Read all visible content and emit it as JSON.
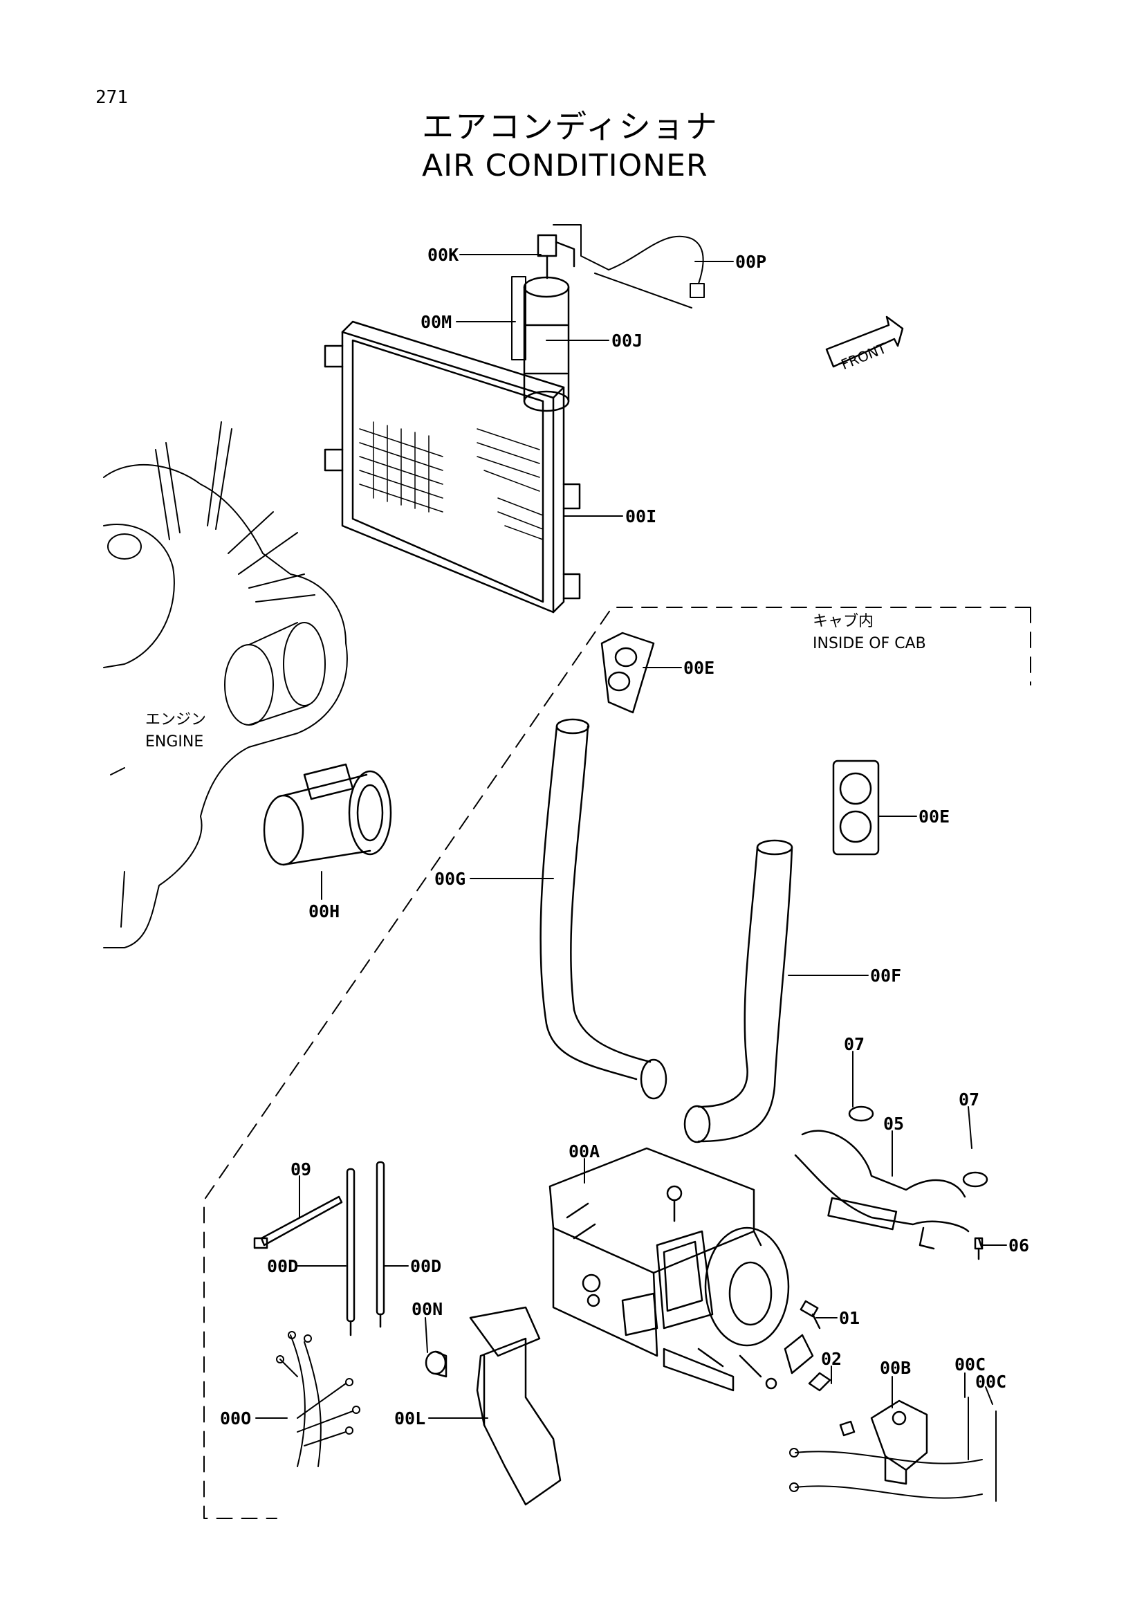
{
  "page_number": "271",
  "title": {
    "japanese": "エアコンディショナ",
    "english": "AIR CONDITIONER"
  },
  "front_arrow_label": "FRONT",
  "notes": {
    "cab_jp": "キャブ内",
    "cab_en": "INSIDE OF CAB",
    "engine_jp": "エンジン",
    "engine_en": "ENGINE"
  },
  "callouts": {
    "00K": "00K",
    "00P": "00P",
    "00M": "00M",
    "00J": "00J",
    "00I": "00I",
    "00E_a": "00E",
    "00E_b": "00E",
    "00G": "00G",
    "00H": "00H",
    "00F": "00F",
    "07_a": "07",
    "07_b": "07",
    "05": "05",
    "00A": "00A",
    "09": "09",
    "06": "06",
    "00D_a": "00D",
    "00D_b": "00D",
    "00N": "00N",
    "01": "01",
    "02": "02",
    "00B": "00B",
    "00C_a": "00C",
    "00C_b": "00C",
    "00O": "00O",
    "00L": "00L"
  }
}
